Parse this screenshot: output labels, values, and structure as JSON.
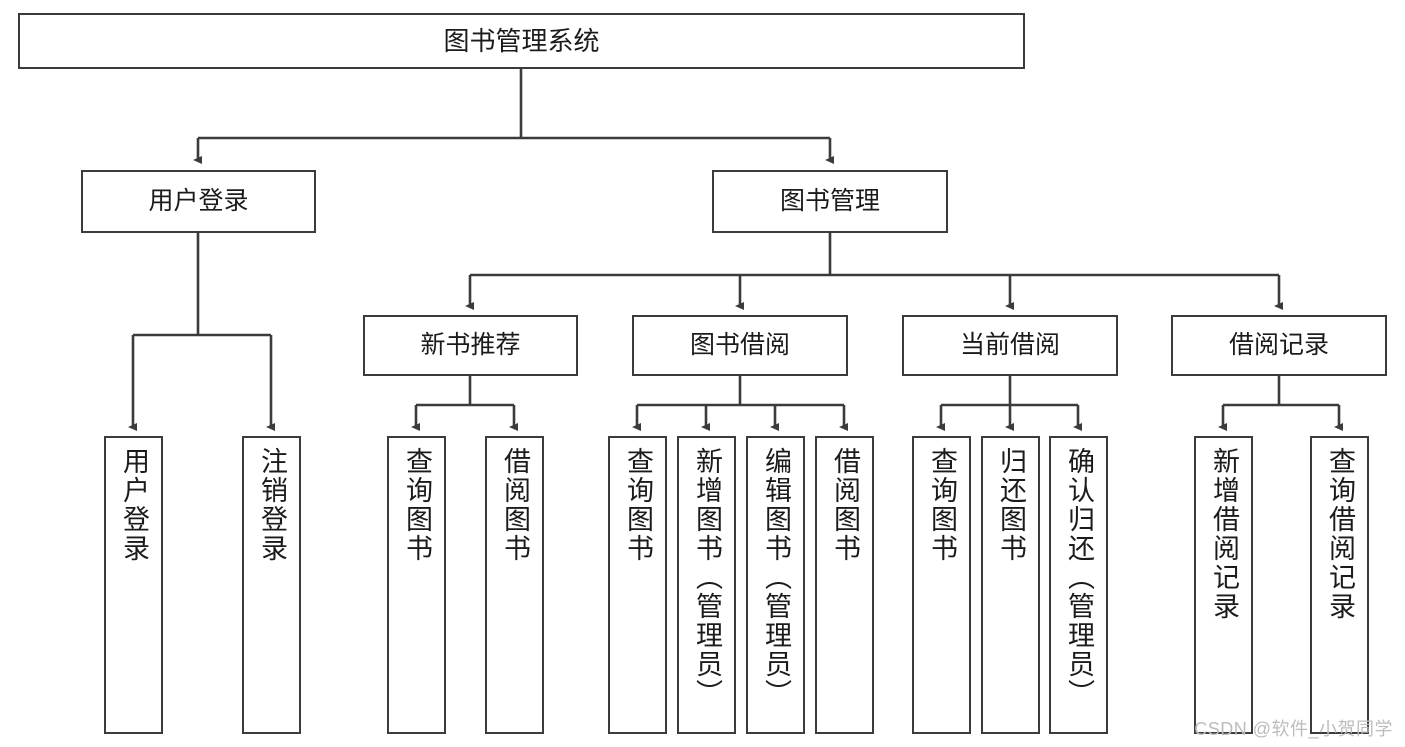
{
  "diagram": {
    "title": "图书管理系统",
    "type": "tree-hierarchy-chart",
    "stroke_color": "#3b3b3b",
    "text_color": "#1b1b1b",
    "background": "#ffffff",
    "nodes": {
      "root": {
        "label": "图书管理系统"
      },
      "level2": [
        {
          "label": "用户登录"
        },
        {
          "label": "图书管理"
        }
      ],
      "level3": [
        {
          "label": "新书推荐"
        },
        {
          "label": "图书借阅"
        },
        {
          "label": "当前借阅"
        },
        {
          "label": "借阅记录"
        }
      ],
      "leaves": {
        "user_login": [
          {
            "label": "用户登录"
          },
          {
            "label": "注销登录"
          }
        ],
        "new_book_recommend": [
          {
            "label": "查询图书"
          },
          {
            "label": "借阅图书"
          }
        ],
        "book_borrow": [
          {
            "label": "查询图书"
          },
          {
            "label": "新增图书（管理员）"
          },
          {
            "label": "编辑图书（管理员）"
          },
          {
            "label": "借阅图书"
          }
        ],
        "current_borrow": [
          {
            "label": "查询图书"
          },
          {
            "label": "归还图书"
          },
          {
            "label": "确认归还（管理员）"
          }
        ],
        "borrow_record": [
          {
            "label": "新增借阅记录"
          },
          {
            "label": "查询借阅记录"
          }
        ]
      }
    }
  },
  "watermark": {
    "text": "CSDN @软件_小贺同学"
  }
}
